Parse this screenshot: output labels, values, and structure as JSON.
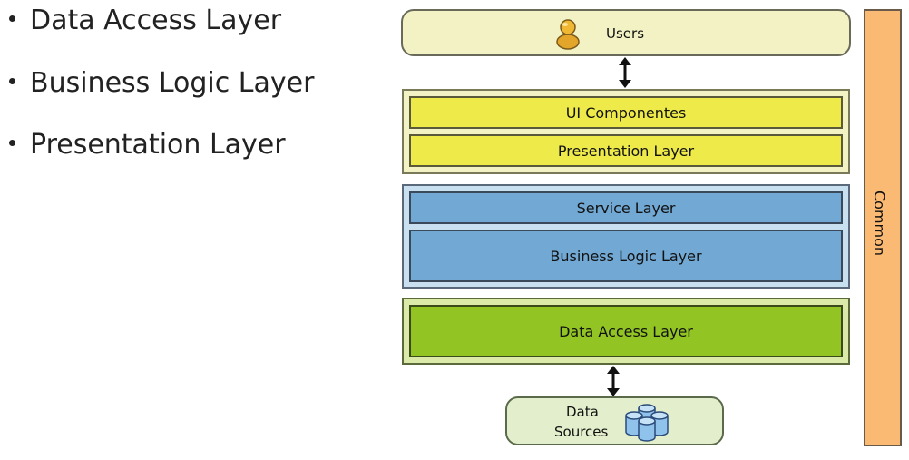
{
  "bullets": [
    "Data Access Layer",
    "Business Logic Layer",
    "Presentation Layer"
  ],
  "diagram": {
    "users": "Users",
    "ui_components": "UI Componentes",
    "presentation_layer": "Presentation Layer",
    "service_layer": "Service Layer",
    "business_logic_layer": "Business Logic Layer",
    "data_access_layer": "Data Access Layer",
    "data_sources_line1": "Data",
    "data_sources_line2": "Sources",
    "common": "Common"
  },
  "icons": {
    "users": "user-icon",
    "data_sources": "database-icon"
  },
  "colors": {
    "presentation_fill": "#eeea4a",
    "business_fill": "#72a9d4",
    "data_fill": "#92c424",
    "common_fill": "#fbba74"
  }
}
